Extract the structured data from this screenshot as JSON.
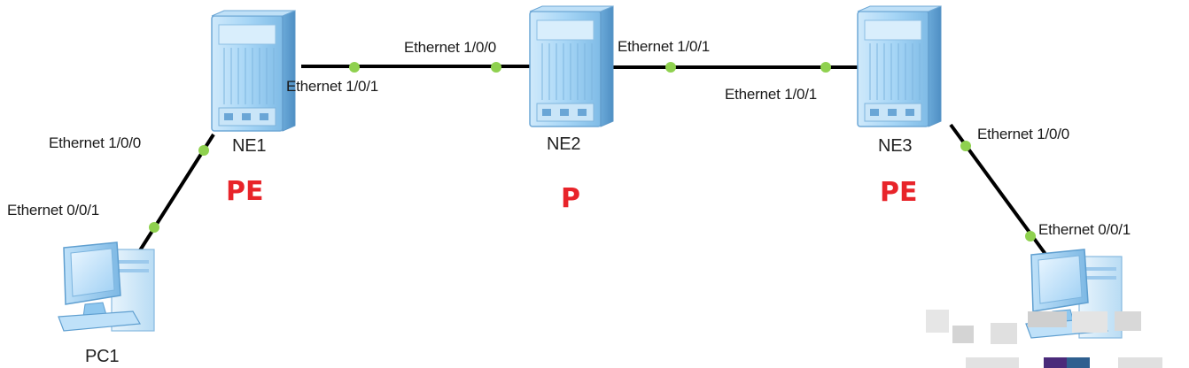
{
  "colors": {
    "link": "#000000",
    "port_dot": "#8fd14f",
    "role_label": "#e8242a",
    "device_blue": "#8ec7ef"
  },
  "nodes": {
    "ne1": {
      "name": "NE1",
      "role": "PE",
      "icon": "router-chassis-icon"
    },
    "ne2": {
      "name": "NE2",
      "role": "P",
      "icon": "router-chassis-icon"
    },
    "ne3": {
      "name": "NE3",
      "role": "PE",
      "icon": "router-chassis-icon"
    },
    "pc1": {
      "name": "PC1",
      "icon": "desktop-pc-icon"
    },
    "pc2": {
      "icon": "desktop-pc-icon"
    }
  },
  "ports": {
    "ne1_to_pc1": "Ethernet 1/0/0",
    "pc1_to_ne1": "Ethernet 0/0/1",
    "ne1_to_ne2": "Ethernet 1/0/1",
    "ne2_to_ne1": "Ethernet 1/0/0",
    "ne2_to_ne3": "Ethernet 1/0/1",
    "ne3_to_ne2": "Ethernet 1/0/1",
    "ne3_to_pc2": "Ethernet 1/0/0",
    "pc2_to_ne3": "Ethernet 0/0/1"
  }
}
